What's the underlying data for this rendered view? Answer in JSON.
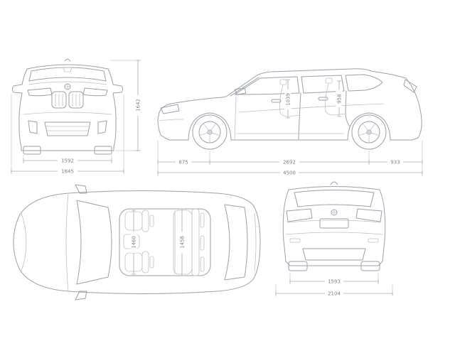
{
  "diagram": {
    "subject": "vehicle-dimensions-blueprint",
    "views": {
      "front": {
        "name": "front-view",
        "dims": {
          "track": "1592",
          "overall_width": "1845",
          "height": "1642"
        }
      },
      "side": {
        "name": "side-view",
        "dims": {
          "front_overhang": "875",
          "wheelbase": "2692",
          "rear_overhang": "933",
          "overall_length": "4500",
          "headroom_front": "1039",
          "headroom_rear": "958"
        }
      },
      "top": {
        "name": "top-view",
        "dims": {
          "shoulder_room_front": "1460",
          "shoulder_room_rear": "1458"
        }
      },
      "rear": {
        "name": "rear-view",
        "dims": {
          "track": "1593",
          "overall_width_mirrors": "2104"
        }
      }
    },
    "colors": {
      "line": "#9aa2ab",
      "dim_text": "#7c838b",
      "background": "#ffffff"
    }
  }
}
